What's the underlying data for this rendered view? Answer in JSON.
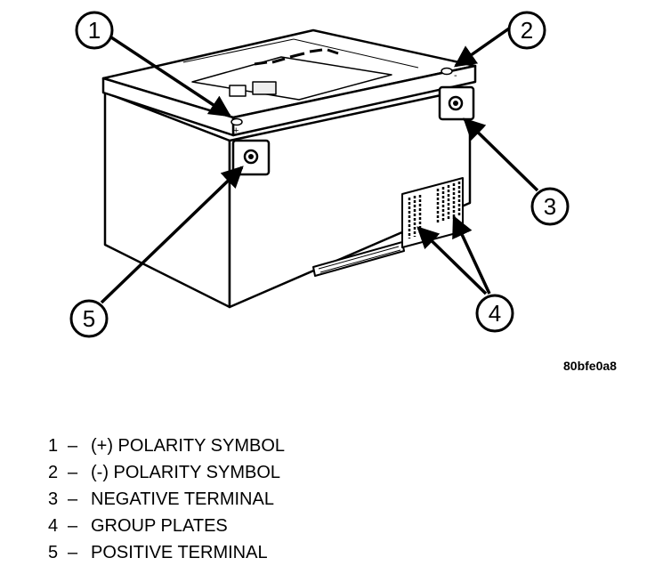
{
  "figure_id": "80bfe0a8",
  "callouts": [
    "1",
    "2",
    "3",
    "4",
    "5"
  ],
  "polarity_marks": {
    "positive": "+",
    "negative": "-"
  },
  "legend": [
    {
      "num": "1",
      "sep": "–",
      "text": "(+) POLARITY SYMBOL"
    },
    {
      "num": "2",
      "sep": "–",
      "text": "(-) POLARITY SYMBOL"
    },
    {
      "num": "3",
      "sep": "–",
      "text": "NEGATIVE TERMINAL"
    },
    {
      "num": "4",
      "sep": "–",
      "text": "GROUP PLATES"
    },
    {
      "num": "5",
      "sep": "–",
      "text": "POSITIVE TERMINAL"
    }
  ]
}
